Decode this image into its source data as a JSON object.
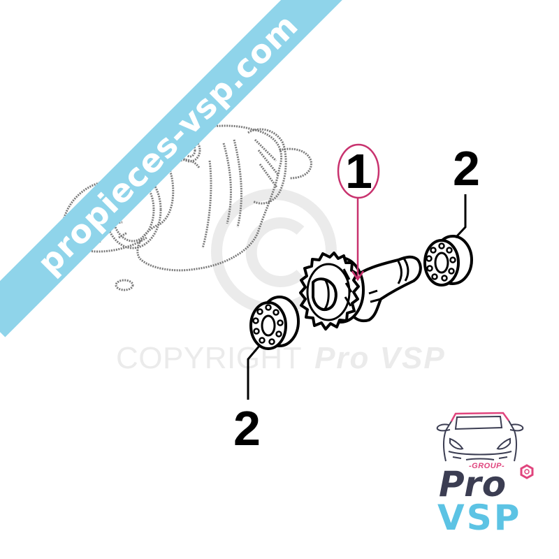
{
  "diagram": {
    "type": "exploded parts diagram",
    "subject": "crankshaft with balance shaft gear and bearings"
  },
  "watermarks": {
    "banner_text": "propieces-vsp.com",
    "banner_color": "#8fd4ea",
    "copyright_symbol": "©",
    "copyright_label": "COPYRIGHT",
    "copyright_brand": "Pro VSP",
    "watermark_color": "#ebebeb"
  },
  "callouts": [
    {
      "number": "1",
      "highlighted": true,
      "highlight_color": "#c8326e"
    },
    {
      "number": "2",
      "position": "top-right"
    },
    {
      "number": "2",
      "position": "bottom-left"
    }
  ],
  "logo": {
    "tagline": "-GROUP-",
    "word1": "Pro",
    "word2": "VSP",
    "colors": {
      "dark": "#3b3d52",
      "light": "#5cc3e4",
      "accent": "#e0447d"
    }
  }
}
